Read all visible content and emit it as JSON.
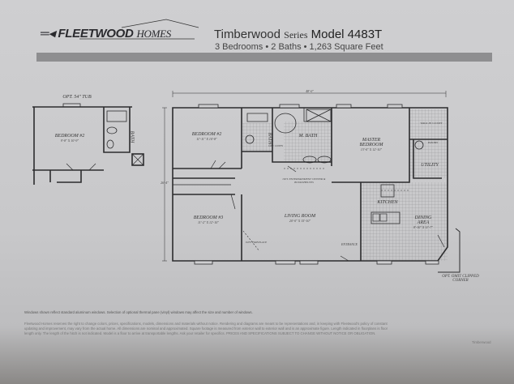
{
  "header": {
    "brand": "FLEETWOOD",
    "brand_suffix": "HOMES",
    "series_name": "Timberwood",
    "series_word": "Series",
    "model": "Model 4483T",
    "specs": "3 Bedrooms • 2 Baths • 1,263 Square Feet"
  },
  "alt_plan": {
    "tub_label": "OPT. 54\" TUB",
    "bedroom_label": "BEDROOM #2",
    "bedroom_dims": "9'-8\" X 10'-9\"",
    "bath_label": "BATH"
  },
  "plan": {
    "width_dim": "48'-0\"",
    "depth_dim": "26'-4\"",
    "rooms": {
      "bedroom2": {
        "label": "BEDROOM #2",
        "dims": "11'-11\" X 10'-8\""
      },
      "bath": {
        "label": "BATH"
      },
      "mbath": {
        "label": "M. BATH"
      },
      "linen": {
        "label": "OPT. LINEN"
      },
      "master": {
        "label": "MASTER BEDROOM",
        "dims": "13'-0\" X 12'-10\""
      },
      "closet": {
        "label": "WALK-IN CLOSET"
      },
      "pantry": {
        "label": "PANTRY"
      },
      "utility": {
        "label": "UTILITY"
      },
      "kitchen": {
        "label": "KITCHEN"
      },
      "dining": {
        "label": "DINING AREA",
        "dims": "8'-10\" X 11'-7\""
      },
      "living": {
        "label": "LIVING ROOM",
        "dims": "20'-0\" X 15'-10\""
      },
      "bedroom3": {
        "label": "BEDROOM #3",
        "dims": "11'-2\" X 12'-10\""
      }
    },
    "entertainment": "OPT. ENTERTAINMENT CENTER & BOOKSHELVES",
    "fireplace": "OPT. FIREPLACE",
    "entrance": "ENTRANCE",
    "clipped": "OPT. OMIT CLIPPED CORNER"
  },
  "notes": {
    "windows": "Windows shown reflect standard aluminum windows. Selection of optional thermal pane (vinyl) windows may affect the size and number of windows.",
    "disclaimer1": "Fleetwood Homes reserves the right to change colors, prices, specifications, models, dimensions and materials without notice. Rendering and diagrams are meant to be representations and, in keeping with Fleetwood's policy of constant",
    "disclaimer2": "updating and improvement, may vary from the actual home. All dimensions are nominal and approximated. Square footage is measured from exterior wall to exterior wall and is an approximate figure. Length indicated in floorplans is floor",
    "disclaimer3": "length only. The length of the hitch is not indicated. Model is a floor to arrive at transportable lengths. Ask your retailer for specifics. PRICES AND SPECIFICATIONS SUBJECT TO CHANGE WITHOUT NOTICE OR OBLIGATION.",
    "code": "Timberwood"
  }
}
